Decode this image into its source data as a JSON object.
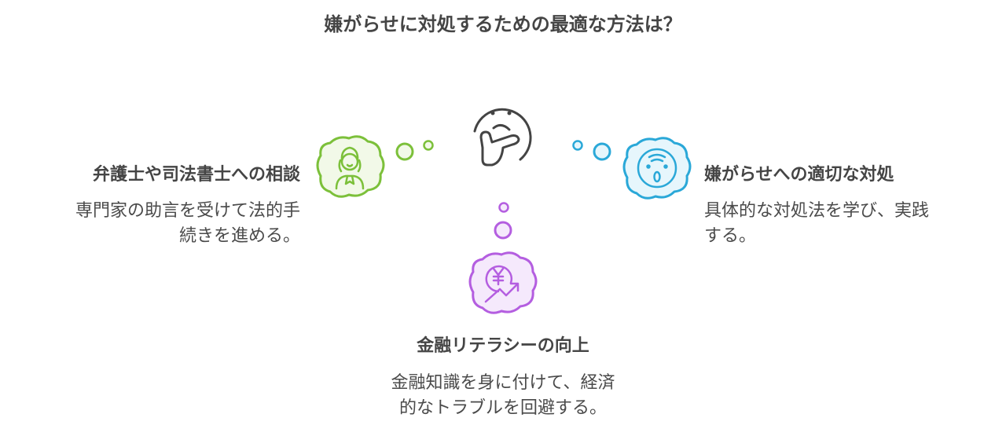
{
  "title": "嫌がらせに対処するための最適な方法は？",
  "center_icon": "thinking-face-icon",
  "branches": {
    "left": {
      "heading": "弁護士や司法書士への相談",
      "desc_line1": "専門家の助言を受けて法的手",
      "desc_line2": "続きを進める。",
      "icon": "lawyer-icon",
      "color": "#7cc03a",
      "fill": "#f2f9e8"
    },
    "right": {
      "heading": "嫌がらせへの適切な対処",
      "desc_line1": "具体的な対処法を学び、実践",
      "desc_line2": "する。",
      "icon": "shocked-face-icon",
      "color": "#2aa8d8",
      "fill": "#e6f6fc"
    },
    "bottom": {
      "heading": "金融リテラシーの向上",
      "desc_line1": "金融知識を身に付けて、経済",
      "desc_line2": "的なトラブルを回避する。",
      "icon": "yen-growth-icon",
      "color": "#b45ee0",
      "fill": "#f5e9fc"
    }
  }
}
